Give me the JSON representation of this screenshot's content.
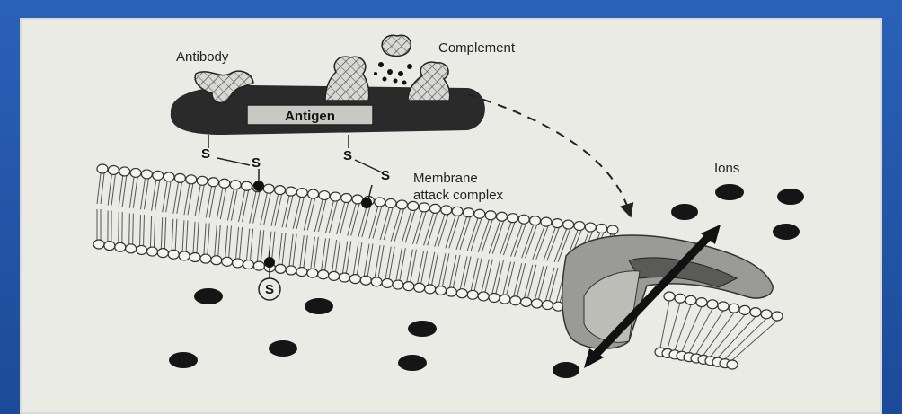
{
  "labels": {
    "antibody": "Antibody",
    "complement": "Complement",
    "antigen": "Antigen",
    "membrane_attack_complex_line1": "Membrane",
    "membrane_attack_complex_line2": "attack complex",
    "ions": "Ions",
    "disulfide": "S"
  }
}
